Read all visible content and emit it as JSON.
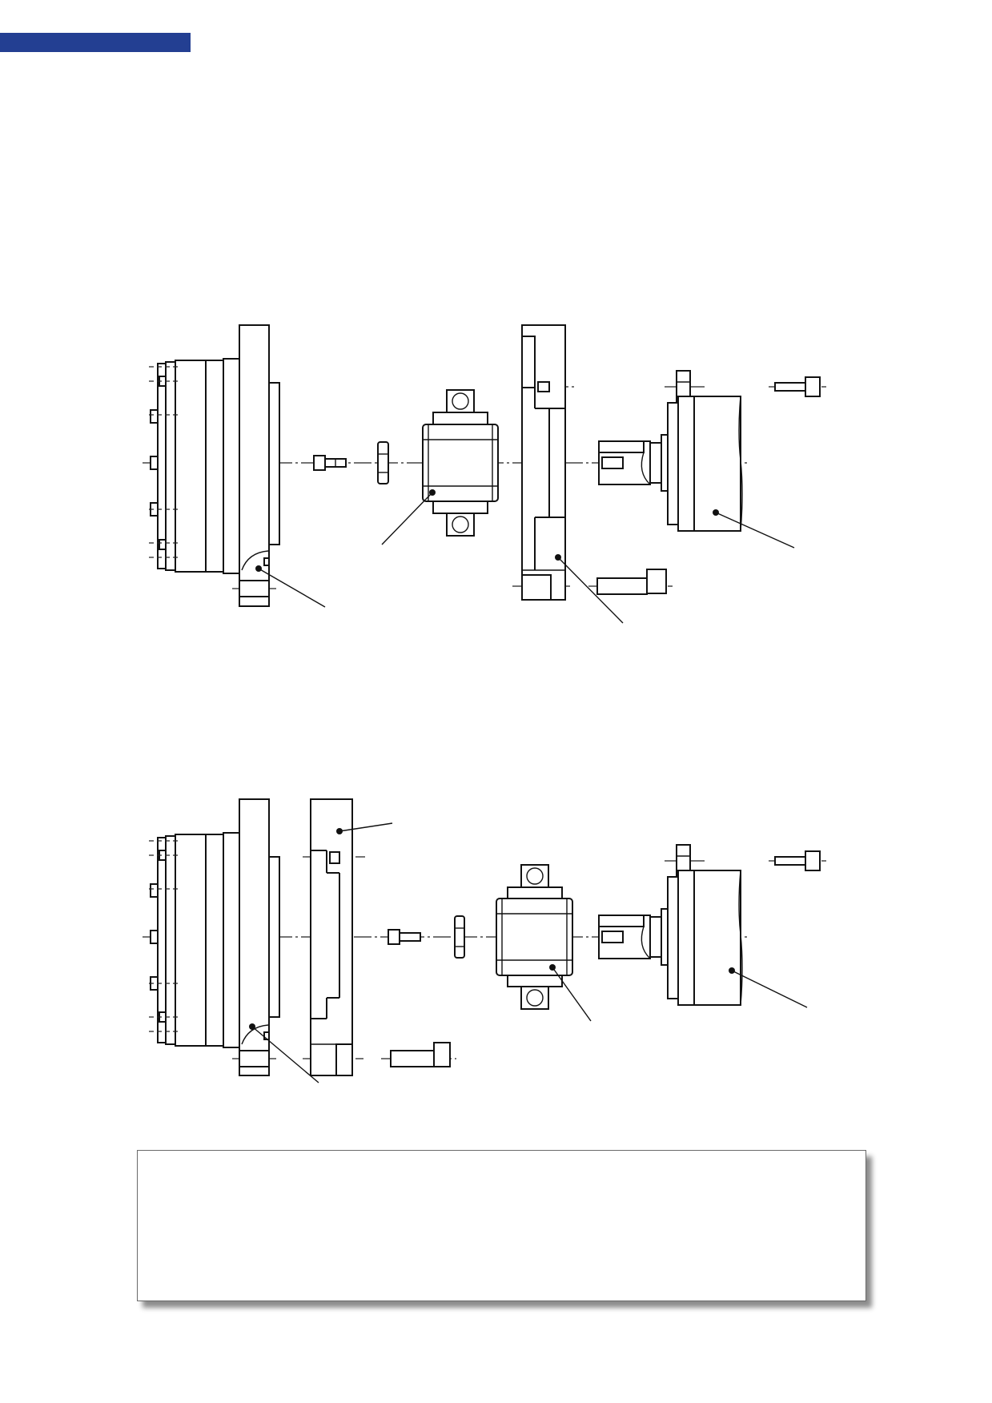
{
  "header": {
    "accent_color": "#233f92"
  },
  "figures": [
    {
      "id": "assembly-variant-1",
      "parts": [
        "gearbox",
        "screw",
        "key",
        "coupling",
        "adapter-flange",
        "motor-shaft",
        "motor",
        "screw",
        "screw"
      ],
      "callouts": 4
    },
    {
      "id": "assembly-variant-2",
      "parts": [
        "gearbox",
        "adapter-plate",
        "screw",
        "key",
        "coupling",
        "motor-shaft",
        "motor",
        "screw",
        "screw"
      ],
      "callouts": 4
    }
  ],
  "note": {
    "text": ""
  }
}
